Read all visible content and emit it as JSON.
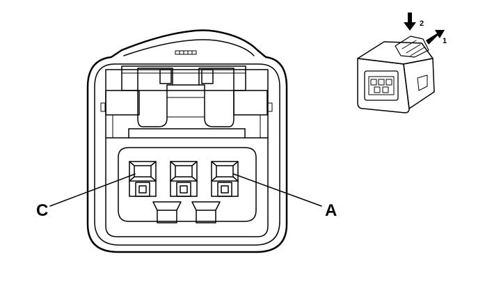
{
  "pin_labels": {
    "left": "C",
    "right": "A"
  },
  "direction_labels": {
    "down": "2",
    "side": "1"
  },
  "colors": {
    "line": "#000000",
    "background": "#ffffff",
    "shade": "#9a9a9a"
  }
}
